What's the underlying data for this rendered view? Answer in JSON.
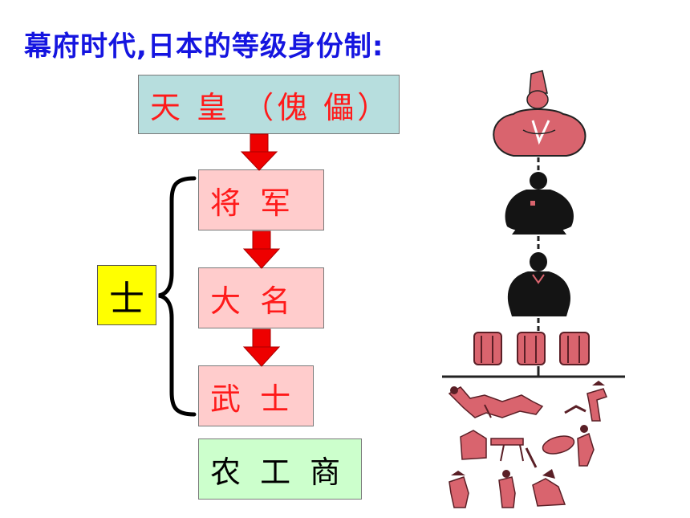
{
  "title": "幕府时代,日本的等级身份制:",
  "hierarchy": {
    "emperor": "天 皇 （傀 儡）",
    "shogun": "将 军",
    "daimyo": "大 名",
    "samurai": "武 士",
    "commoners": "农 工 商"
  },
  "group_label": "士",
  "colors": {
    "title": "#1515e0",
    "red_text": "#ff1a1a",
    "arrow": "#ee0000",
    "emperor_box": "#b7dede",
    "warrior_box": "#ffcccc",
    "commoner_box": "#ccffcc",
    "group_box": "#ffff00",
    "figure_red": "#d9646e",
    "figure_black": "#141414"
  },
  "illustration": {
    "tiers": [
      "emperor-figure",
      "shogun-figure",
      "daimyo-figure",
      "samurai-figures",
      "peasant-figures",
      "artisan-figures",
      "merchant-figures"
    ]
  }
}
